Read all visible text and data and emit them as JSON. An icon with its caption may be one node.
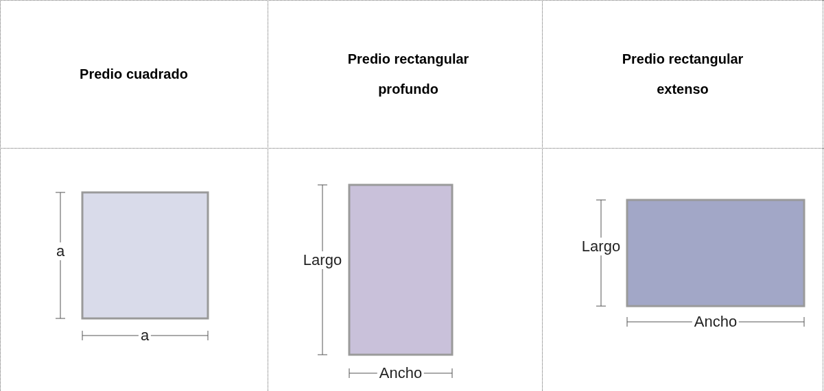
{
  "diagram": {
    "labels": [
      "Predio cuadrado",
      "Predio rectangular profundo",
      "Predio rectangular extenso",
      "a",
      "a",
      "Largo",
      "Ancho",
      "Largo",
      "Ancho"
    ]
  }
}
